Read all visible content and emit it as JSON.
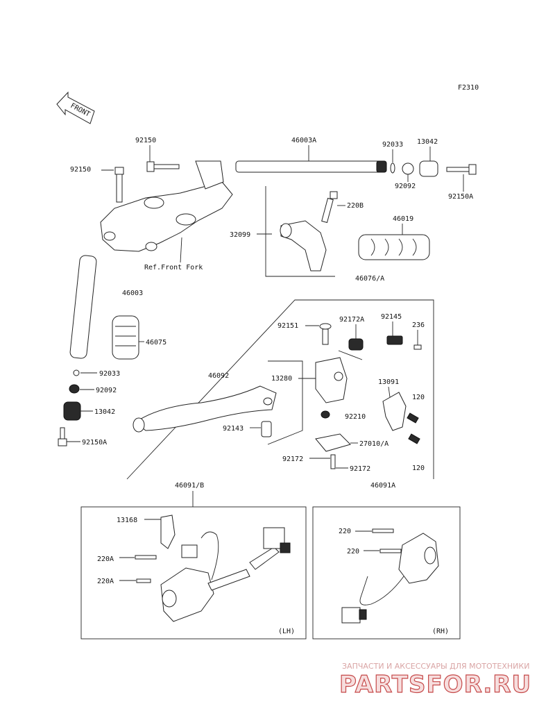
{
  "figure_code": "F2310",
  "front_arrow": "FRONT",
  "labels": {
    "p92150_top": "92150",
    "p92150_left": "92150",
    "p46003A": "46003A",
    "p92033_right": "92033",
    "p13042_right": "13042",
    "p92092_right": "92092",
    "p92150A_right": "92150A",
    "p220B": "220B",
    "p32099": "32099",
    "p46019": "46019",
    "p46076A": "46076/A",
    "ref_front_fork": "Ref.Front Fork",
    "p46003": "46003",
    "p46075": "46075",
    "p92033_left": "92033",
    "p92092_left": "92092",
    "p13042_left": "13042",
    "p92150A_left": "92150A",
    "p92151": "92151",
    "p92172A": "92172A",
    "p92145": "92145",
    "p236": "236",
    "p46092": "46092",
    "p13280": "13280",
    "p13091": "13091",
    "p120_a": "120",
    "p92210": "92210",
    "p92143": "92143",
    "p27010A": "27010/A",
    "p120_b": "120",
    "p92172_a": "92172",
    "p92172_b": "92172",
    "p46091B": "46091/B",
    "p46091A": "46091A",
    "p13168": "13168",
    "p220A_a": "220A",
    "p220A_b": "220A",
    "lh": "(LH)",
    "p220_a": "220",
    "p220_b": "220",
    "rh": "(RH)"
  },
  "watermark": {
    "tagline": "ЗАПЧАСТИ И АКСЕССУАРЫ ДЛЯ МОТОТЕХНИКИ",
    "brand": "PARTSFOR.RU",
    "color": "#c64a4a"
  }
}
